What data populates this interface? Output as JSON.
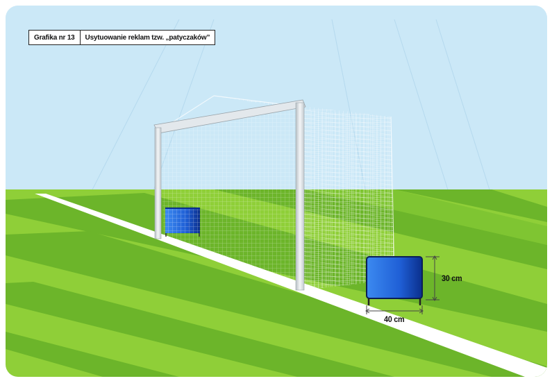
{
  "caption": {
    "number": "Grafika nr 13",
    "title": "Usytuowanie reklam tzw. „patyczaków”"
  },
  "dimensions": {
    "height": "30 cm",
    "width": "40 cm"
  },
  "colors": {
    "sky": "#cbe8f7",
    "grass_light": "#8fcf38",
    "grass_dark": "#67b22a",
    "line": "#ffffff",
    "goal_post": "#e6ebee",
    "board_blue": "#1f5fd6"
  }
}
